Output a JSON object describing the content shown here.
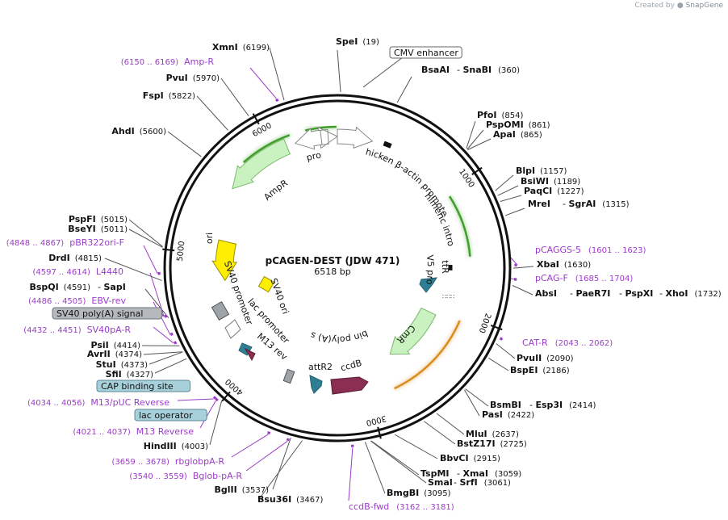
{
  "watermark": {
    "prefix": "Created by",
    "brand": "SnapGene"
  },
  "title": "pCAGEN-DEST (JDW 471)",
  "subtitle": "6518 bp",
  "plasmid_length": 6518,
  "tick_labels": [
    "1000",
    "2000",
    "3000",
    "4000",
    "5000",
    "6000"
  ],
  "enzymes": [
    {
      "name": "SpeI",
      "pos": "(19)"
    },
    {
      "name": "BsaAI",
      "pos": ""
    },
    {
      "name": "SnaBI",
      "pos": "(360)"
    },
    {
      "name": "PfoI",
      "pos": "(854)"
    },
    {
      "name": "PspOMI",
      "pos": "(861)"
    },
    {
      "name": "ApaI",
      "pos": "(865)"
    },
    {
      "name": "BlpI",
      "pos": "(1157)"
    },
    {
      "name": "BsiWI",
      "pos": "(1189)"
    },
    {
      "name": "PaqCI",
      "pos": "(1227)"
    },
    {
      "name": "MreI",
      "pos": ""
    },
    {
      "name": "SgrAI",
      "pos": "(1315)"
    },
    {
      "name": "XbaI",
      "pos": "(1630)"
    },
    {
      "name": "AbsI",
      "pos": ""
    },
    {
      "name": "PaeR7I",
      "pos": ""
    },
    {
      "name": "PspXI",
      "pos": ""
    },
    {
      "name": "XhoI",
      "pos": "(1732)"
    },
    {
      "name": "PvuII",
      "pos": "(2090)"
    },
    {
      "name": "BspEI",
      "pos": "(2186)"
    },
    {
      "name": "BsmBI",
      "pos": ""
    },
    {
      "name": "Esp3I",
      "pos": "(2414)"
    },
    {
      "name": "PasI",
      "pos": "(2422)"
    },
    {
      "name": "MluI",
      "pos": "(2637)"
    },
    {
      "name": "BstZ17I",
      "pos": "(2725)"
    },
    {
      "name": "BbvCI",
      "pos": "(2915)"
    },
    {
      "name": "TspMI",
      "pos": ""
    },
    {
      "name": "XmaI",
      "pos": "(3059)"
    },
    {
      "name": "SmaI",
      "pos": ""
    },
    {
      "name": "SrfI",
      "pos": "(3061)"
    },
    {
      "name": "BmgBI",
      "pos": "(3095)"
    },
    {
      "name": "BglII",
      "pos": "(3537)"
    },
    {
      "name": "Bsu36I",
      "pos": "(3467)"
    },
    {
      "name": "HindIII",
      "pos": "(4003)"
    },
    {
      "name": "SfiI",
      "pos": "(4327)"
    },
    {
      "name": "StuI",
      "pos": "(4373)"
    },
    {
      "name": "AvrII",
      "pos": "(4374)"
    },
    {
      "name": "PsiI",
      "pos": "(4414)"
    },
    {
      "name": "BspQI",
      "pos": "(4591)"
    },
    {
      "name": "SapI",
      "pos": ""
    },
    {
      "name": "DrdI",
      "pos": "(4815)"
    },
    {
      "name": "BseYI",
      "pos": "(5011)"
    },
    {
      "name": "PspFI",
      "pos": "(5015)"
    },
    {
      "name": "AhdI",
      "pos": "(5600)"
    },
    {
      "name": "FspI",
      "pos": "(5822)"
    },
    {
      "name": "PvuI",
      "pos": "(5970)"
    },
    {
      "name": "XmnI",
      "pos": "(6199)"
    }
  ],
  "primers": [
    {
      "name": "Amp-R",
      "range": "(6150 .. 6169)"
    },
    {
      "name": "pCAGGS-5",
      "range": "(1601 .. 1623)"
    },
    {
      "name": "pCAG-F",
      "range": "(1685 .. 1704)"
    },
    {
      "name": "CAT-R",
      "range": "(2043 .. 2062)"
    },
    {
      "name": "ccdB-fwd",
      "range": "(3162 .. 3181)"
    },
    {
      "name": "Bglob-pA-R",
      "range": "(3540 .. 3559)"
    },
    {
      "name": "rbglobpA-R",
      "range": "(3659 .. 3678)"
    },
    {
      "name": "M13 Reverse",
      "range": "(4021 .. 4037)"
    },
    {
      "name": "M13/pUC Reverse",
      "range": "(4034 .. 4056)"
    },
    {
      "name": "SV40pA-R",
      "range": "(4432 .. 4451)"
    },
    {
      "name": "EBV-rev",
      "range": "(4486 .. 4505)"
    },
    {
      "name": "L4440",
      "range": "(4597 .. 4614)"
    },
    {
      "name": "pBR322ori-F",
      "range": "(4848 .. 4867)"
    }
  ],
  "boxed_features": [
    "CMV enhancer",
    "SV40 poly(A) signal",
    "CAP binding site",
    "lac operator"
  ],
  "features": [
    "AmpR promoter",
    "chicken β-actin promoter",
    "chimeric intron",
    "AmpR",
    "ori",
    "SV40 ori",
    "SV40 promoter",
    "lac promoter",
    "M13 rev",
    "lac UV5 promoter",
    "attR1",
    "CmR",
    "β-globin poly(A) signal",
    "attR2",
    "ccdB"
  ],
  "colors": {
    "backbone": "#111111",
    "primer": "#9b3cc8",
    "ampr_fill": "#c9f2c0",
    "ori_fill": "#ffee00",
    "cmr_fill": "#c9f2c0",
    "attr_fill": "#2f7f94",
    "ccdb_fill": "#8a2e52",
    "promoter_fill": "#ffffff",
    "green_highlight": "#3f9f2a",
    "orange_highlight": "#d98c1c"
  }
}
